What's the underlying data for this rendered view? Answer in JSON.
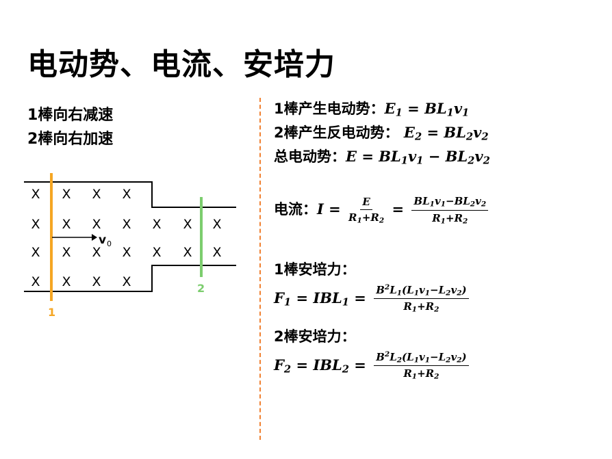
{
  "title": "电动势、电流、安培力",
  "left": {
    "line1": "1棒向右减速",
    "line2": "2棒向右加速"
  },
  "diagram": {
    "mark": "X",
    "velocity": "v",
    "velocity_sub": "0",
    "bar1_label": "1",
    "bar2_label": "2",
    "bar1_color": "#f5a623",
    "bar2_color": "#7ccd6e"
  },
  "right": {
    "emf1_label": "1棒产生电动势：",
    "emf1_formula": [
      "E",
      "1",
      " = BL",
      "1",
      "v",
      "1"
    ],
    "emf2_label": "2棒产生反电动势：",
    "emf2_formula": [
      "E",
      "2",
      " = BL",
      "2",
      "v",
      "2"
    ],
    "emf_total_label": "总电动势：",
    "current_label": "电流：",
    "force1_label": "1棒安培力：",
    "force2_label": "2棒安培力："
  },
  "accent": "#f08030"
}
